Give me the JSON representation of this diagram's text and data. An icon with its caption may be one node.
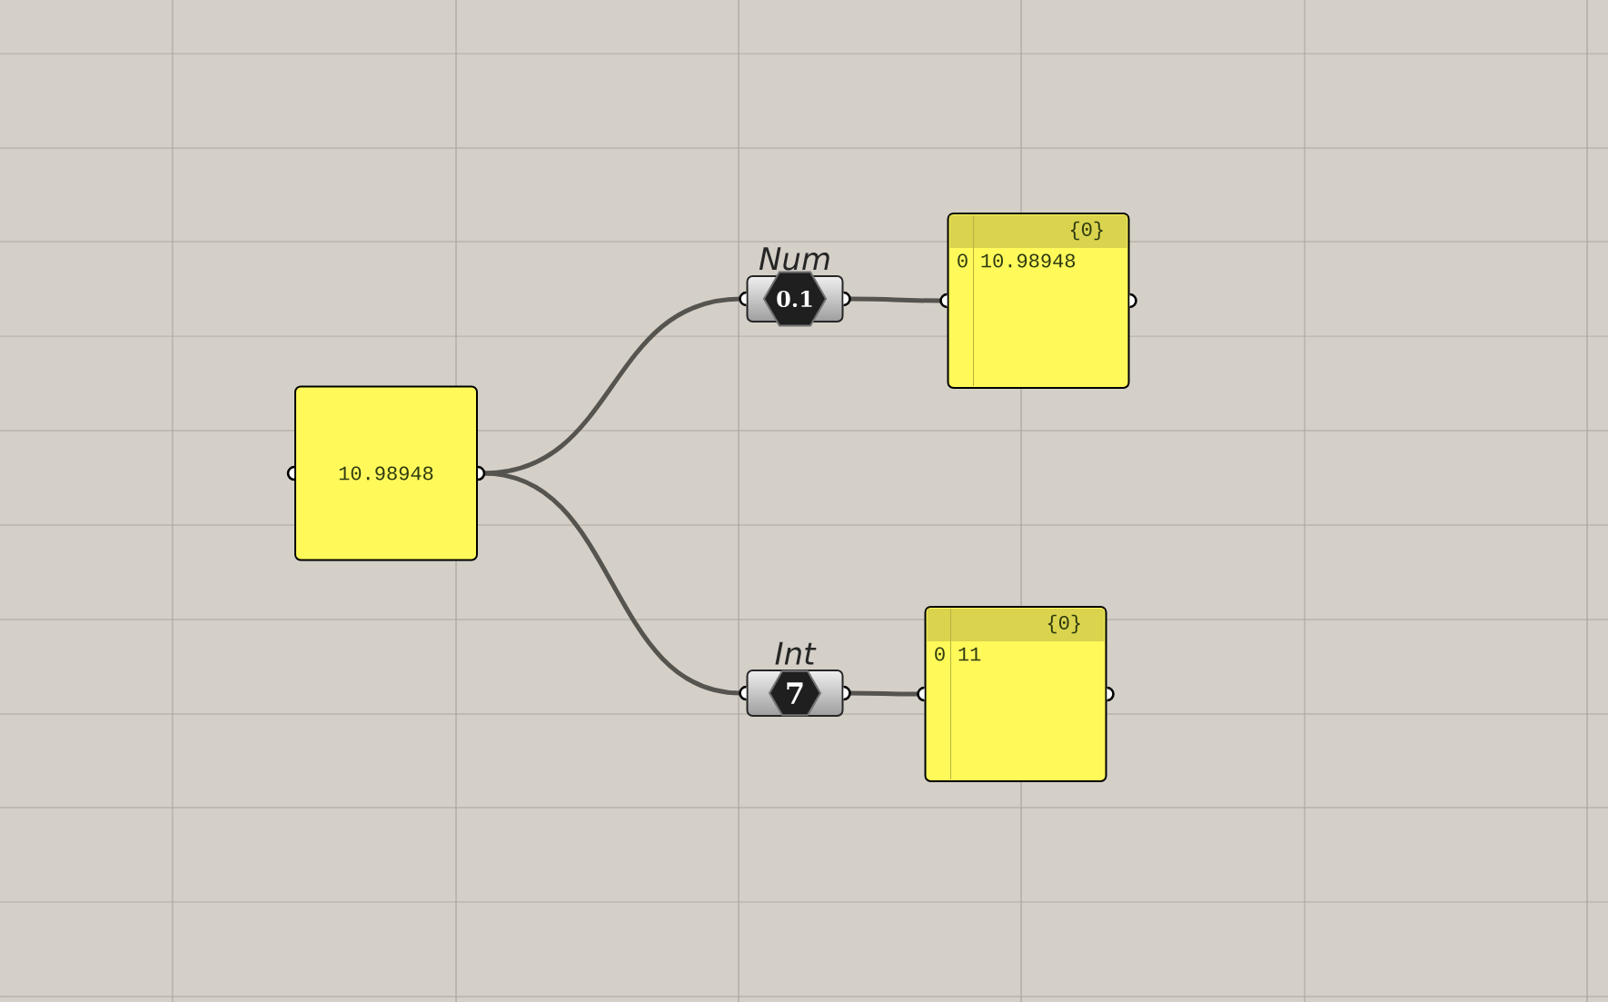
{
  "diagram": {
    "nodes": [
      {
        "text": [
          "10.98948"
        ]
      },
      {
        "text": [
          "Num",
          "0.1"
        ]
      },
      {
        "text": [
          "{0}",
          "0",
          "10.98948"
        ]
      },
      {
        "text": [
          "Int",
          "7"
        ]
      },
      {
        "text": [
          "{0}",
          "0",
          "11"
        ]
      }
    ],
    "edges": [
      {
        "from": 0,
        "to": 1,
        "arrow": "none"
      },
      {
        "from": 0,
        "to": 3,
        "arrow": "none"
      },
      {
        "from": 1,
        "to": 2,
        "arrow": "none"
      },
      {
        "from": 3,
        "to": 4,
        "arrow": "none"
      }
    ]
  }
}
